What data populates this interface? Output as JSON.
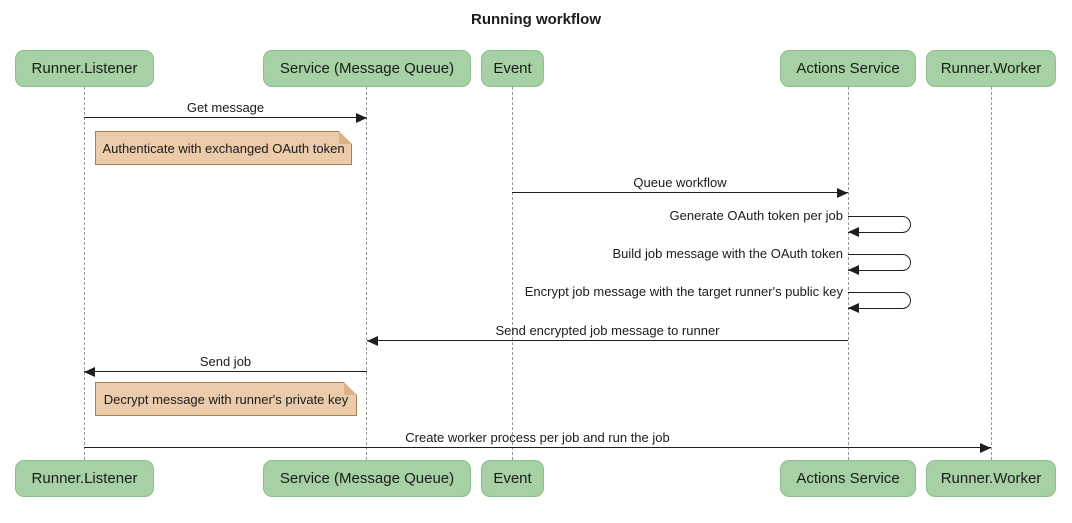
{
  "title": "Running workflow",
  "participants": [
    {
      "label": "Runner.Listener"
    },
    {
      "label": "Service (Message Queue)"
    },
    {
      "label": "Event"
    },
    {
      "label": "Actions Service"
    },
    {
      "label": "Runner.Worker"
    }
  ],
  "messages": [
    {
      "label": "Get message",
      "from": "Runner.Listener",
      "to": "Service (Message Queue)",
      "type": "arrow-right"
    },
    {
      "label": "Queue workflow",
      "from": "Event",
      "to": "Actions Service",
      "type": "arrow-right"
    },
    {
      "label": "Generate OAuth token per job",
      "from": "Actions Service",
      "to": "Actions Service",
      "type": "self-loop"
    },
    {
      "label": "Build job message with the OAuth token",
      "from": "Actions Service",
      "to": "Actions Service",
      "type": "self-loop"
    },
    {
      "label": "Encrypt job message with the target runner's public key",
      "from": "Actions Service",
      "to": "Actions Service",
      "type": "self-loop"
    },
    {
      "label": "Send encrypted job message to runner",
      "from": "Actions Service",
      "to": "Service (Message Queue)",
      "type": "arrow-left"
    },
    {
      "label": "Send job",
      "from": "Service (Message Queue)",
      "to": "Runner.Listener",
      "type": "arrow-left"
    },
    {
      "label": "Create worker process per job and run the job",
      "from": "Runner.Listener",
      "to": "Runner.Worker",
      "type": "arrow-right"
    }
  ],
  "notes": [
    {
      "text": "Authenticate with exchanged OAuth token",
      "over": "Runner.Listener"
    },
    {
      "text": "Decrypt message with runner's private key",
      "over": "Runner.Listener"
    }
  ],
  "colors": {
    "background": "#FFFFFF",
    "participant_fill": "#A5D1A5",
    "participant_border": "#8CC08C",
    "note_fill": "#EBCBA9",
    "note_border": "#A87F4F",
    "note_fold": "#DBB287",
    "lifeline": "#9A9A9A",
    "line": "#1F1F1F",
    "text": "#1B1B1B"
  }
}
